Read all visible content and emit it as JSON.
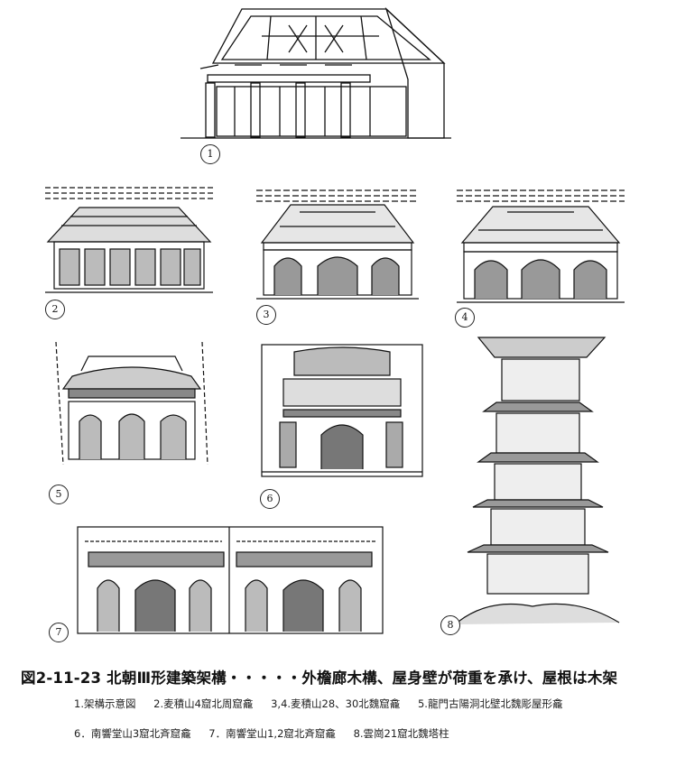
{
  "figure": {
    "caption": "図2-11-23  北朝Ⅲ形建築架構・・・・・外檐廊木構、屋身壁が荷重を承け、屋根は木架",
    "legend_line1": [
      "1.架構示意図",
      "2.麦積山4窟北周窟龕",
      "3,4.麦積山28、30北魏窟龕",
      "5.龍門古陽洞北壁北魏彫屋形龕"
    ],
    "legend_line2": [
      "6．南響堂山3窟北斉窟龕",
      "7．南響堂山1,2窟北斉窟龕",
      "8.雲崗21窟北魏塔柱"
    ],
    "panel_numbers": [
      "1",
      "2",
      "3",
      "4",
      "5",
      "6",
      "7",
      "8"
    ]
  }
}
